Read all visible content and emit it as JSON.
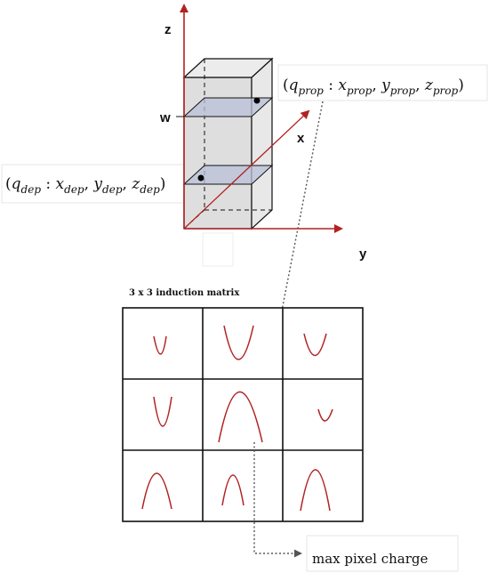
{
  "axes": {
    "z_label": "z",
    "w_label": "w",
    "x_label": "x",
    "y_label": "y"
  },
  "annotations": {
    "prop_point": {
      "q": "q",
      "q_sub": "prop",
      "x": "x",
      "x_sub": "prop",
      "y": "y",
      "y_sub": "prop",
      "z": "z",
      "z_sub": "prop"
    },
    "dep_point": {
      "q": "q",
      "q_sub": "dep",
      "x": "x",
      "x_sub": "dep",
      "y": "y",
      "y_sub": "dep",
      "z": "z",
      "z_sub": "dep"
    }
  },
  "matrix": {
    "title": "3 x 3 induction matrix",
    "output_label": "max pixel charge"
  },
  "colors": {
    "axis_red": "#b22222",
    "curve_red": "#b22222",
    "plane_fill": "#b8c0d8",
    "box_fill": "#dedede",
    "arrow_gray": "#555555"
  }
}
